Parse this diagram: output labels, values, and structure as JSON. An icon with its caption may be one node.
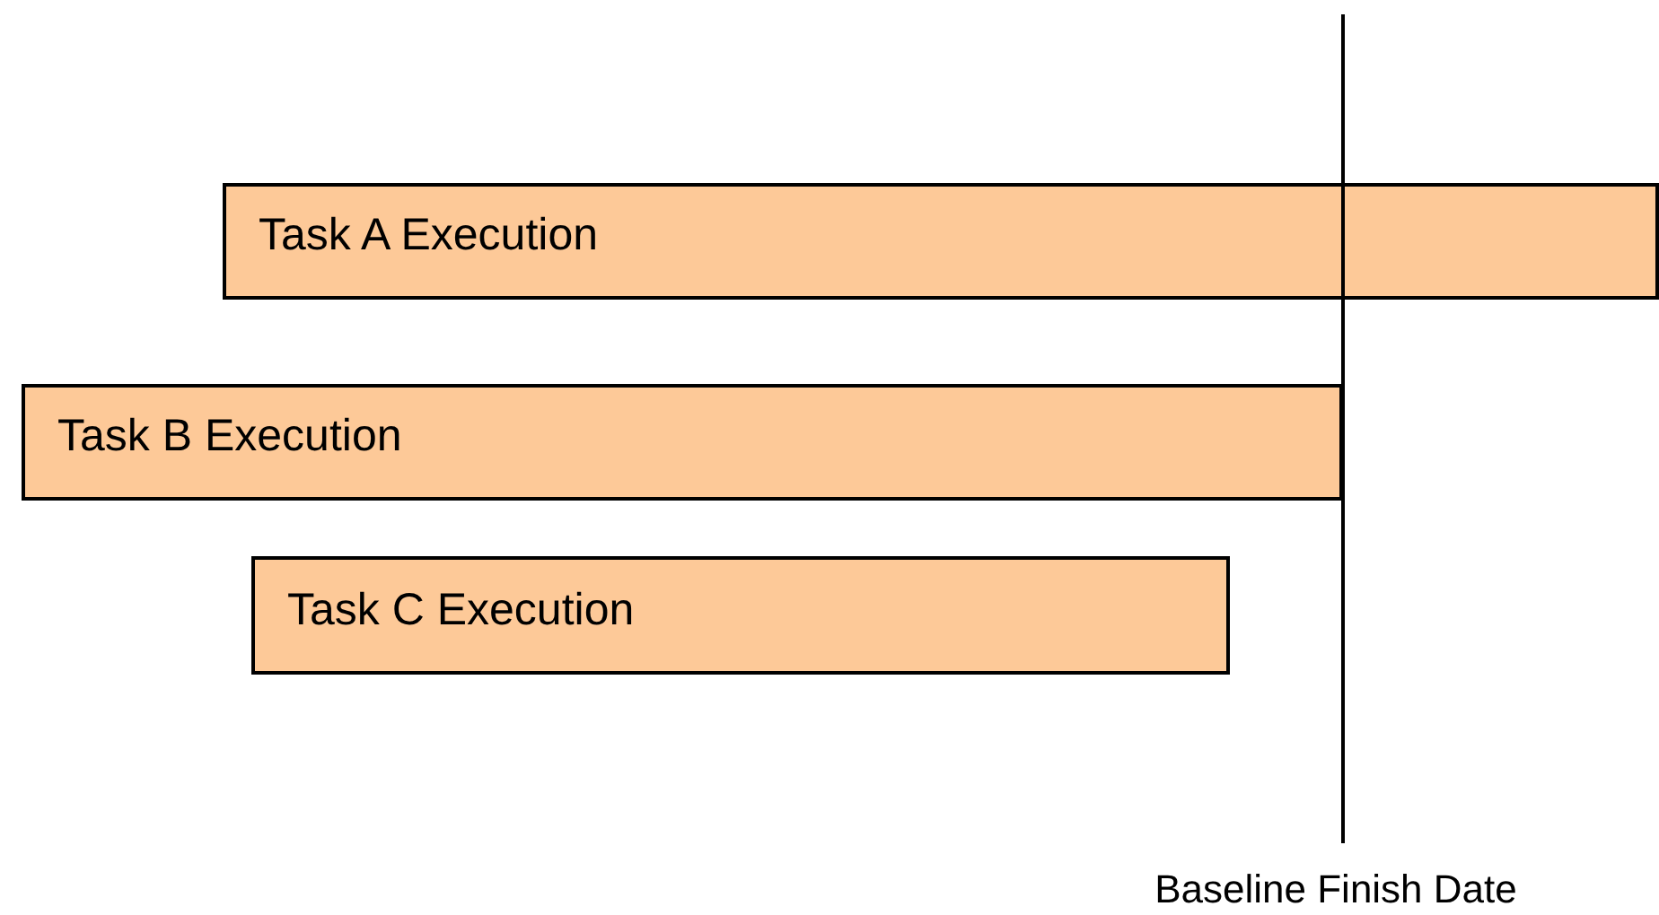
{
  "diagram": {
    "nodes": [
      {
        "text": [
          "Task A Execution"
        ]
      },
      {
        "text": [
          "Task B Execution"
        ]
      },
      {
        "text": [
          "Task C Execution"
        ]
      }
    ],
    "labels": [
      "Baseline Finish Date"
    ]
  }
}
